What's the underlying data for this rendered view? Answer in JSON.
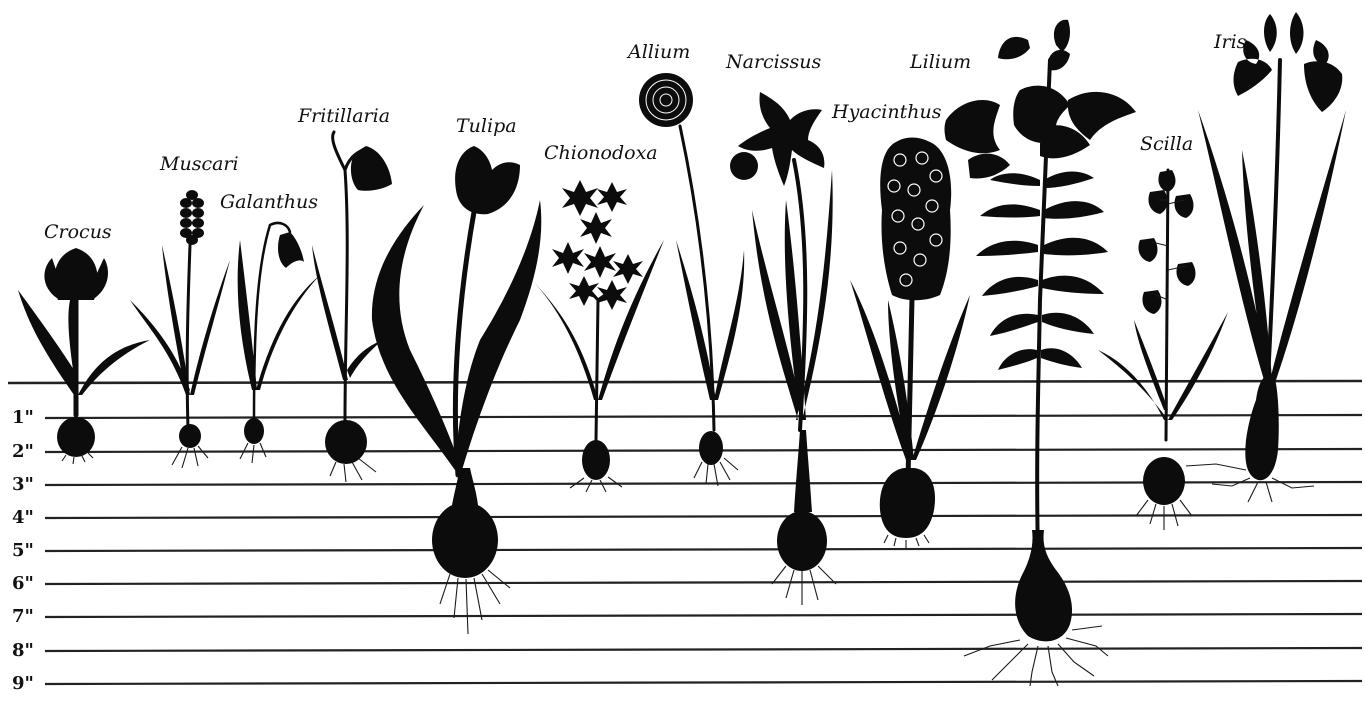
{
  "depth_scale": {
    "unit_labels": [
      "1\"",
      "2\"",
      "3\"",
      "4\"",
      "5\"",
      "6\"",
      "7\"",
      "8\"",
      "9\""
    ]
  },
  "plants": [
    {
      "name": "Crocus",
      "depth_in": 2
    },
    {
      "name": "Muscari",
      "depth_in": 2
    },
    {
      "name": "Galanthus",
      "depth_in": 2
    },
    {
      "name": "Fritillaria",
      "depth_in": 2.5
    },
    {
      "name": "Tulipa",
      "depth_in": 5.5
    },
    {
      "name": "Chionodoxa",
      "depth_in": 3
    },
    {
      "name": "Allium",
      "depth_in": 2.5
    },
    {
      "name": "Narcissus",
      "depth_in": 5.5
    },
    {
      "name": "Hyacinthus",
      "depth_in": 4
    },
    {
      "name": "Lilium",
      "depth_in": 7.5
    },
    {
      "name": "Scilla",
      "depth_in": 3
    },
    {
      "name": "Iris",
      "depth_in": 3
    }
  ]
}
